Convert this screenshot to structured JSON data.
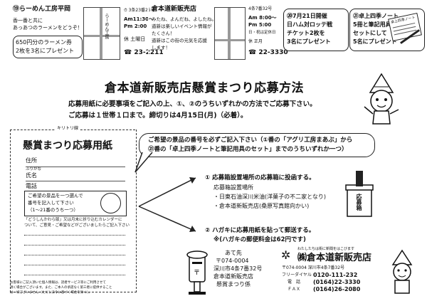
{
  "top_ads": {
    "ad19": {
      "num": "⑲",
      "name": "らーめん工房平岡",
      "desc_line1": "香一番と共に",
      "desc_line2": "あっあつのラーメンをどうぞ！",
      "prize_line1": "650円分のラーメン券",
      "prize_line2": "2枚を3名にプレゼント",
      "hours1": "⏱ 3条23番25号",
      "hours2": "Am11:30～",
      "hours3": "Pm 2:00",
      "closed": "休 土曜日",
      "tel": "23-2211",
      "map_label1": "らーめん工房",
      "map_label2": "平岡"
    },
    "ad20": {
      "name": "倉本道新販売店",
      "desc_line1": "みたね、よんだね、よしたね。",
      "desc_line2": "道新は楽しいイベント情報が",
      "desc_line3": "たくさん！",
      "desc_line4": "道新はこの街の元気を応援",
      "desc_line5": "します！",
      "addr": "4条7番32号",
      "hours1": "Am 8:00～",
      "hours2": "Pm 5:00",
      "closed1": "日・祝は定休日",
      "closed2": "休 正月",
      "tel": "22-3330"
    },
    "ad20_prize": {
      "num": "⑳",
      "line1": "7月21日開催",
      "line2": "日ハム対ロッテ戦",
      "line3": "チケット2枚を",
      "line4": "3名にプレゼント"
    },
    "ad21": {
      "num": "㉑",
      "line1": "卓上四季ノート",
      "line2": "5冊と筆記用具を",
      "line3": "セットにして",
      "line4": "5名にプレゼント",
      "note_label": "卓上四季ノート"
    }
  },
  "main": {
    "title": "倉本道新販売店懸賞まつり応募方法",
    "sub1": "応募用紙に必要事項をご記入の上、①、②のうちいずれかの方法でご応募下さい。",
    "sub2": "ご応募は１世帯１口まで。締切りは4月15日(月)（必着）。"
  },
  "form": {
    "cut_label": "キリトリ線",
    "title": "懸賞まつり応募用紙",
    "fields": [
      "住所",
      "ふりがな",
      "氏名",
      "電話"
    ],
    "prize_box_line1": "ご希望の景品を一つ選んで",
    "prize_box_line2": "番号を記入して下さい",
    "prize_box_line3": "（1～21番のうち一つ）",
    "comment1": "「どうしんかわら版」又は月末に折り込むカレンダーに",
    "comment2": "ついて、ご意見・ご希望などがございましたらご記入下さい",
    "note1": "お客様にご記入頂いた個人情報は、読者サービス等にご利用させて",
    "note2": "頂く場合がございます。また、ご本人の承諾なく第三者に提供すること",
    "note3": "は一切ございません（ただし法令に基づく場合を除く）。"
  },
  "balloon": {
    "line1": "ご希望の景品の番号を必ずご記入下さい（①番の「アグリ工房まあぶ」から",
    "line2": "㉑番の「卓上四季ノートと筆記用具のセット」までのうちいずれか一つ）"
  },
  "method1": {
    "title": "① 応募箱設置場所の応募箱に投函する。",
    "sub": "応募箱設置場所",
    "item1": "・日東石油深川米油(洋菓子の不二家となり)",
    "item2": "・倉本道新販売店(桑原写真館向かい)",
    "box_label": "応募箱"
  },
  "method2": {
    "title": "② ハガキに応募用紙を貼って郵送する。",
    "sub": "※(ハガキの郵便料金は62円です)"
  },
  "address": {
    "to": "あて先",
    "zip": "〒074-0004",
    "line1": "深川市4条7番32号",
    "line2": "倉本道新販売店",
    "line3": "懸賞まつり係"
  },
  "shop": {
    "tagline": "わたしたちは街に新聞をはこびます",
    "name": "㈱倉本道新販売店",
    "addr": "〒074-0004 深川市4条7番32号",
    "free_label": "フリーダイヤル",
    "free": "0120-111-232",
    "tel_label": "電　話",
    "tel": "(0164)22-3330",
    "fax_label": "ＦＡＸ",
    "fax": "(0164)26-2080"
  }
}
